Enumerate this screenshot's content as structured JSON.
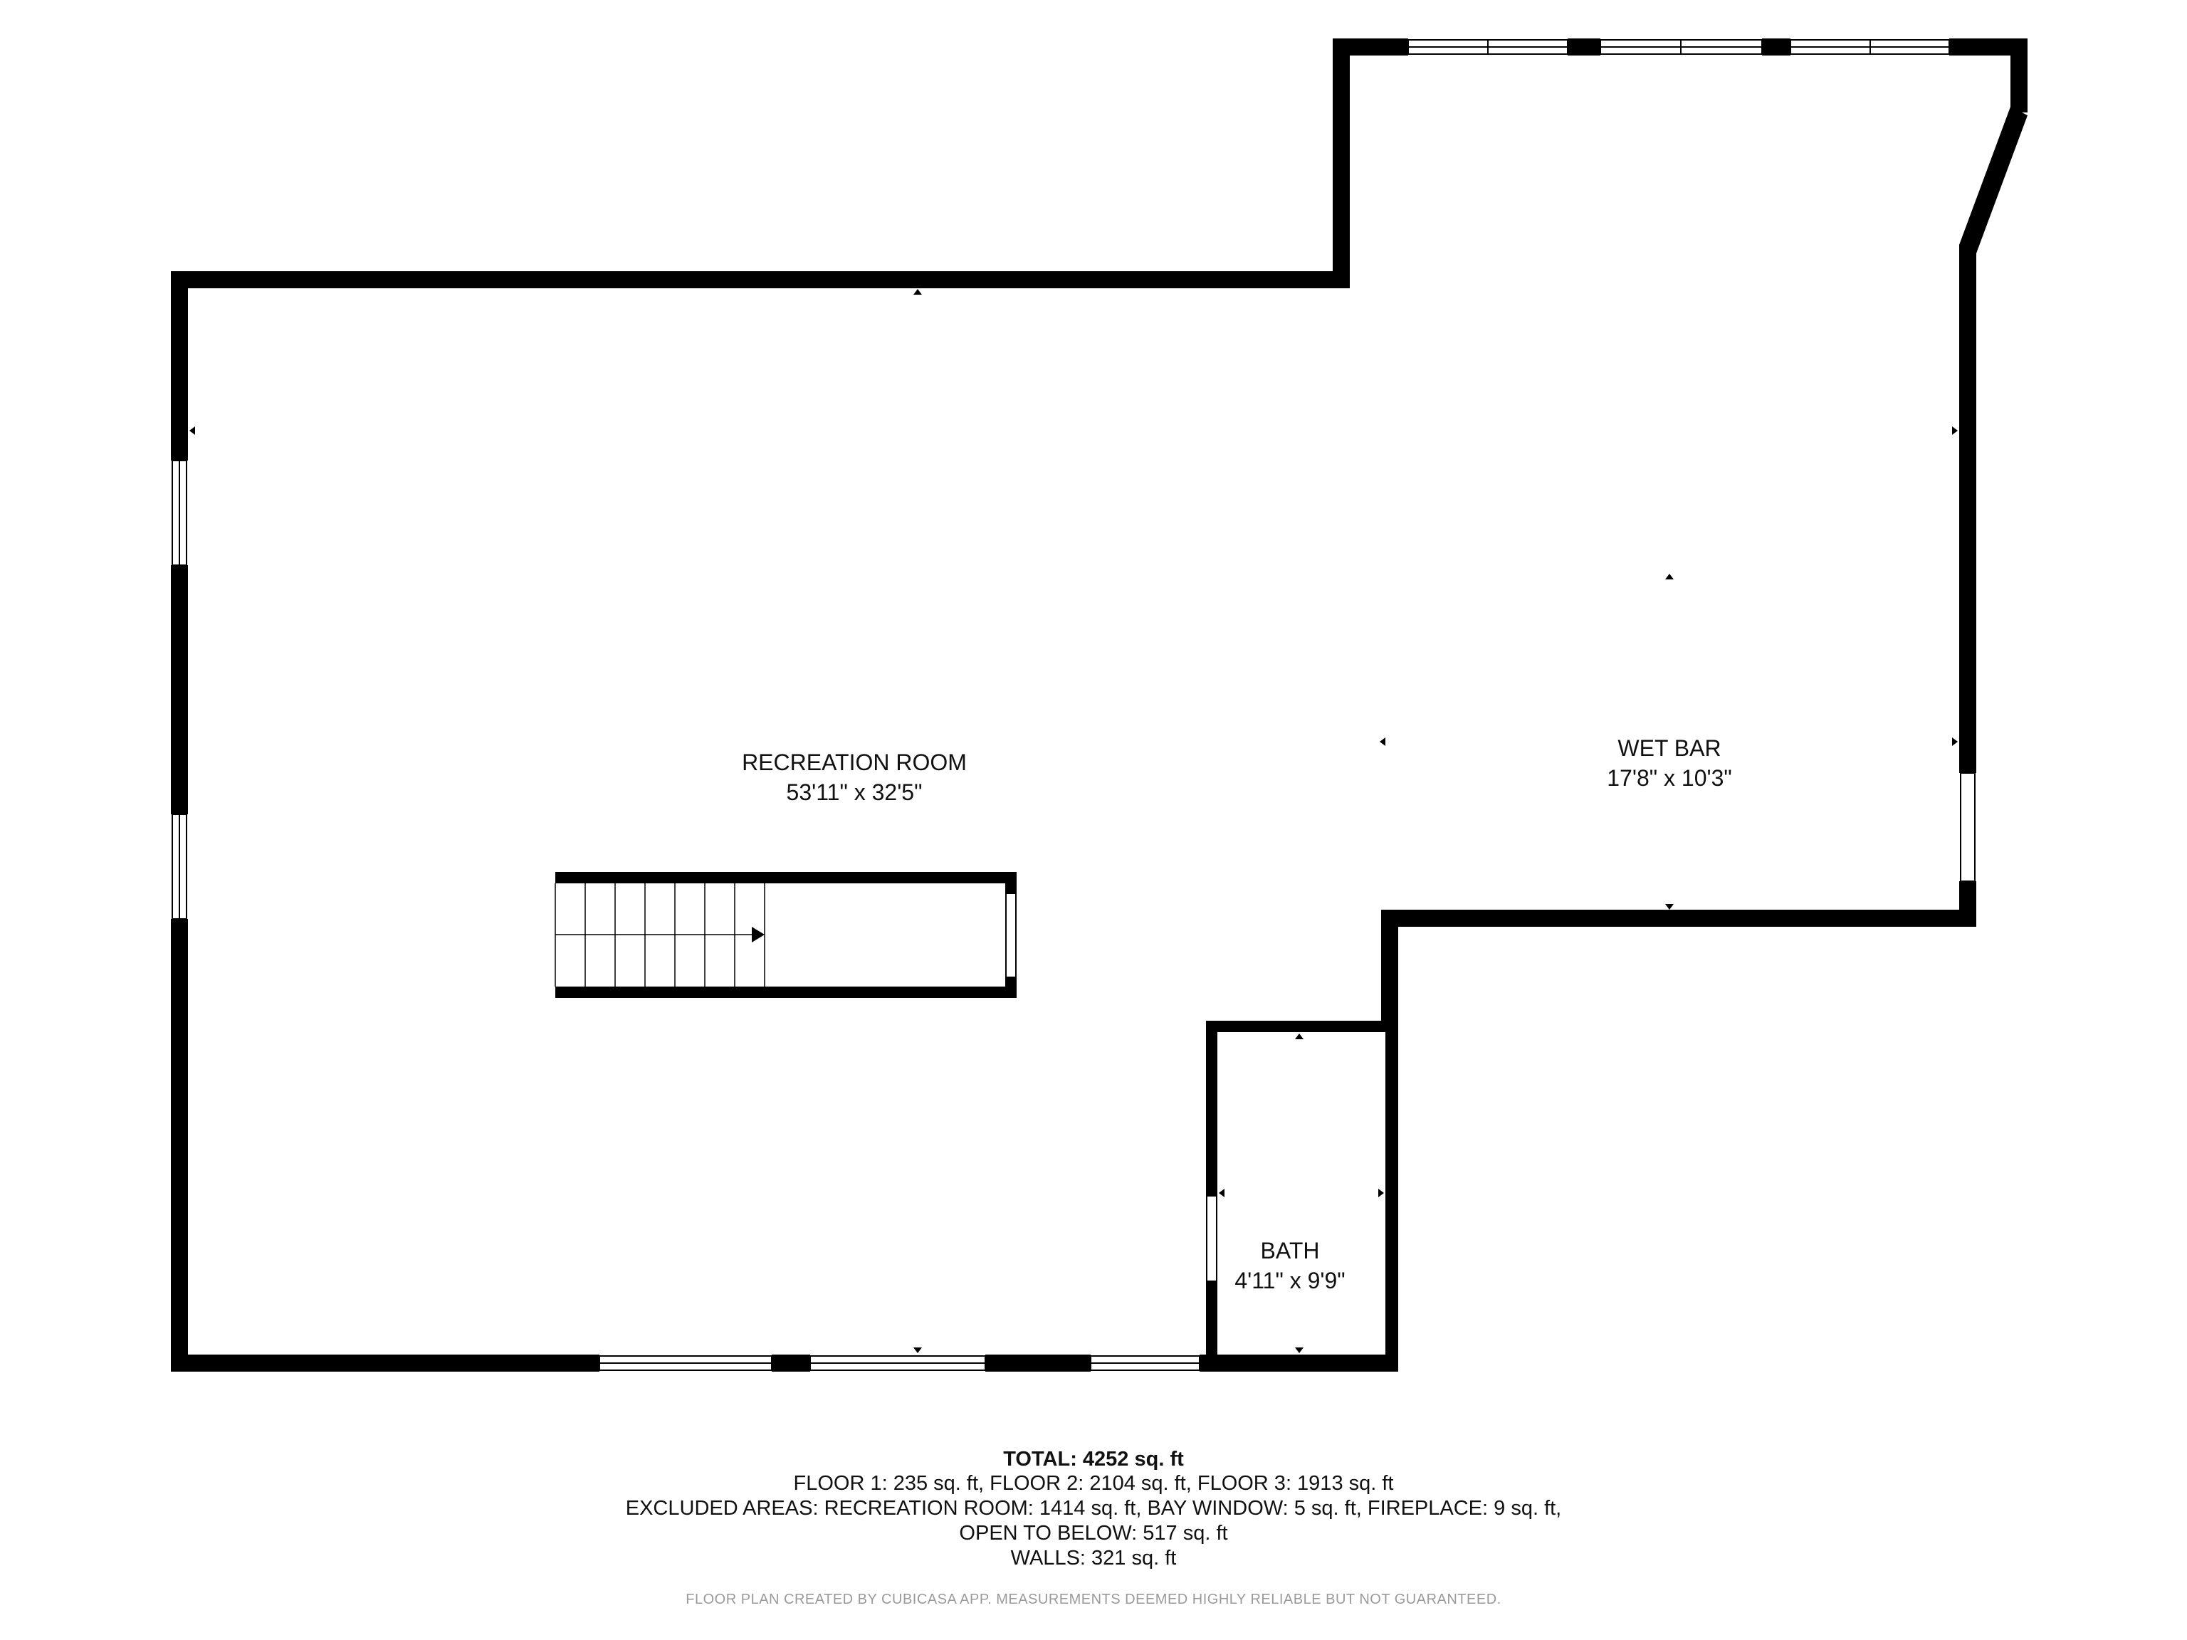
{
  "rooms": {
    "recreation": {
      "name": "RECREATION ROOM",
      "dims": "53'11\" x 32'5\""
    },
    "wetbar": {
      "name": "WET BAR",
      "dims": "17'8\" x 10'3\""
    },
    "bath": {
      "name": "BATH",
      "dims": "4'11\" x 9'9\""
    }
  },
  "summary": {
    "total": "TOTAL: 4252 sq. ft",
    "floors": "FLOOR 1: 235 sq. ft, FLOOR 2: 2104 sq. ft, FLOOR 3: 1913 sq. ft",
    "excluded": "EXCLUDED AREAS: RECREATION ROOM: 1414 sq. ft, BAY WINDOW: 5 sq. ft, FIREPLACE: 9 sq. ft,",
    "open_to_below": "OPEN TO BELOW: 517 sq. ft",
    "walls": "WALLS: 321 sq. ft"
  },
  "credit": "FLOOR PLAN CREATED BY CUBICASA APP. MEASUREMENTS DEEMED HIGHLY RELIABLE BUT NOT GUARANTEED.",
  "colors": {
    "wall": "#000000",
    "text": "#111111",
    "credit": "#9a9a9a",
    "background": "#ffffff"
  }
}
